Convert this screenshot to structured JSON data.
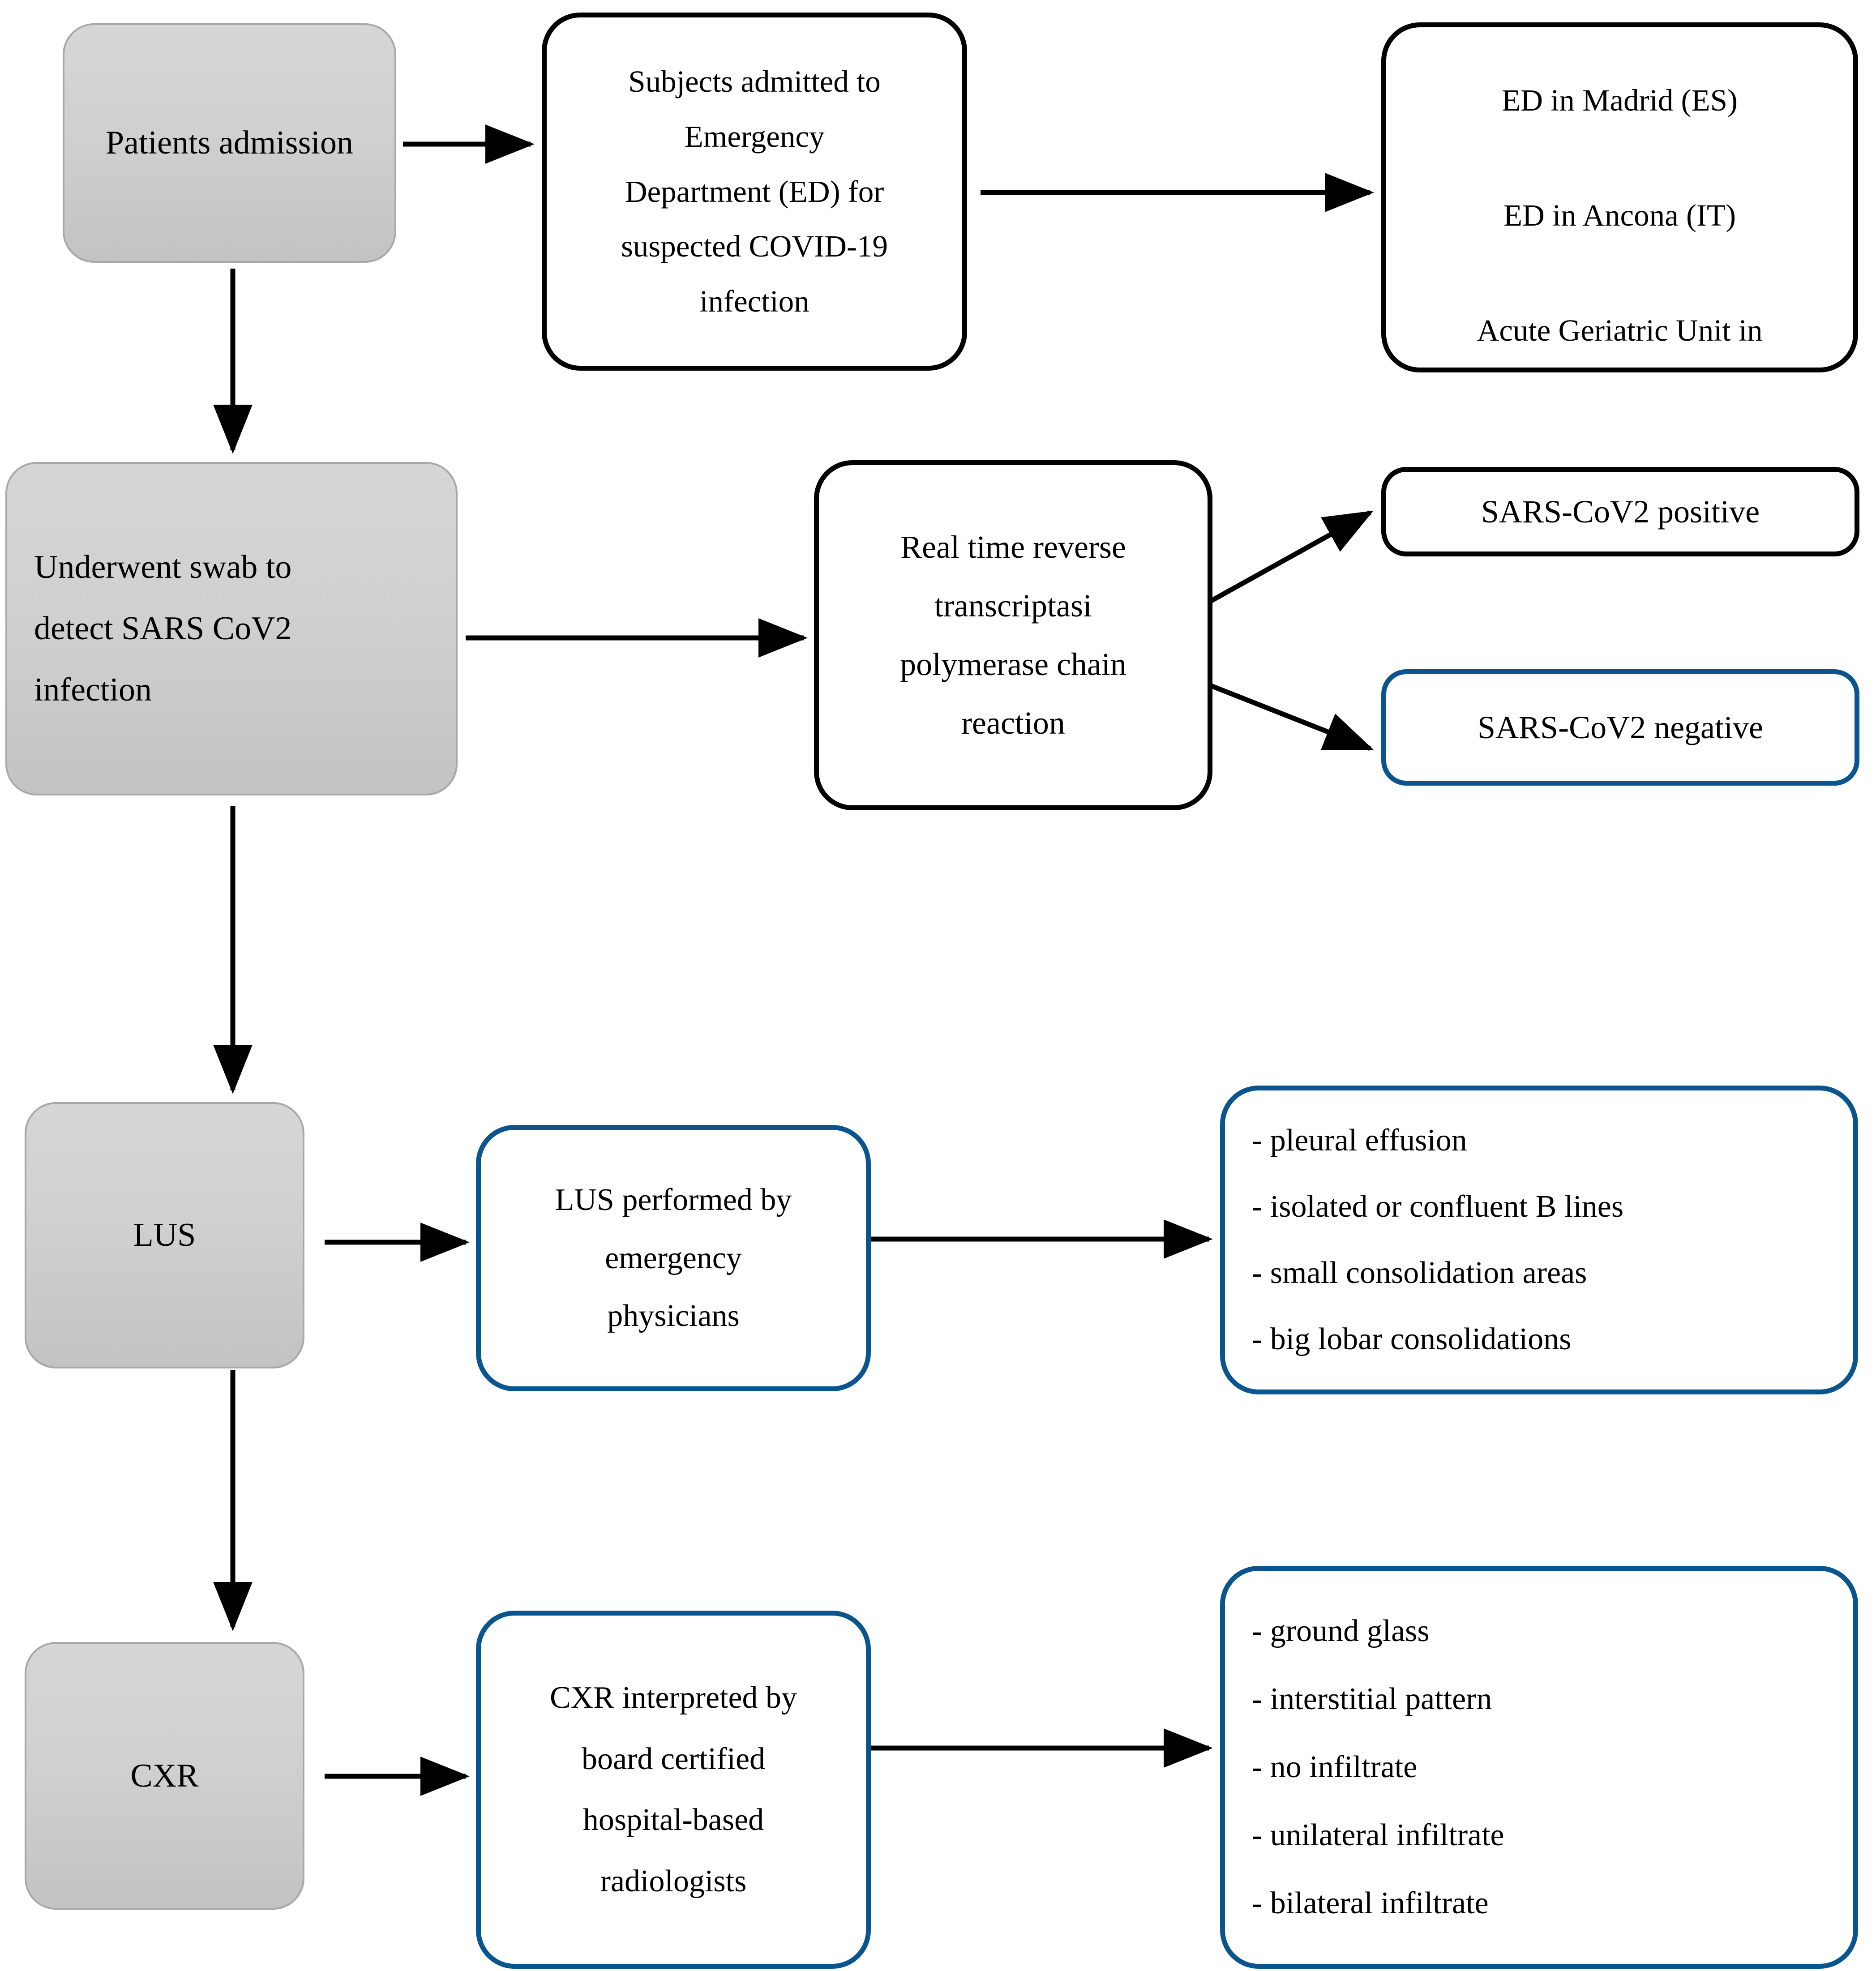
{
  "diagram": {
    "type": "flowchart",
    "title": "COVID-19 LUS and CXR study flow",
    "colors": {
      "accent_blue": "#0a558e",
      "node_grey_fill": "#d0d0d0",
      "node_grey_border": "#a8a8a8",
      "node_black_border": "#000000"
    },
    "nodes": {
      "patients_admission": {
        "label": "Patients admission",
        "style": "grey"
      },
      "subjects_admitted": {
        "lines": [
          "Subjects admitted to",
          "Emergency",
          "Department (ED) for",
          "suspected COVID-19",
          "infection"
        ],
        "style": "black"
      },
      "ed_sites": {
        "lines": [
          "ED in Madrid (ES)",
          "ED in Ancona (IT)",
          "Acute Geriatric Unit in"
        ],
        "style": "black"
      },
      "underwent_swab": {
        "lines": [
          "Underwent  swab  to",
          "detect  SARS  CoV2",
          "infection"
        ],
        "style": "grey"
      },
      "rt_pcr": {
        "lines": [
          "Real time reverse",
          "transcriptasi",
          "polymerase chain",
          "reaction"
        ],
        "style": "black"
      },
      "sars_positive": {
        "label": "SARS-CoV2 positive",
        "style": "black"
      },
      "sars_negative": {
        "label": "SARS-CoV2 negative",
        "style": "blue"
      },
      "lus": {
        "label": "LUS",
        "style": "grey"
      },
      "lus_performed": {
        "lines": [
          "LUS performed by",
          "emergency",
          "physicians"
        ],
        "style": "blue"
      },
      "lus_findings": {
        "items": [
          "- pleural effusion",
          "- isolated or confluent B lines",
          "- small consolidation areas",
          "- big lobar consolidations"
        ],
        "style": "blue"
      },
      "cxr": {
        "label": "CXR",
        "style": "grey"
      },
      "cxr_interpreted": {
        "lines": [
          "CXR interpreted by",
          "board certified",
          "hospital-based",
          "radiologists"
        ],
        "style": "blue"
      },
      "cxr_findings": {
        "items": [
          "- ground glass",
          "- interstitial pattern",
          "- no infiltrate",
          "- unilateral infiltrate",
          "- bilateral infiltrate"
        ],
        "style": "blue"
      }
    },
    "edges": [
      {
        "from": "patients_admission",
        "to": "subjects_admitted",
        "direction": "right"
      },
      {
        "from": "subjects_admitted",
        "to": "ed_sites",
        "direction": "right"
      },
      {
        "from": "patients_admission",
        "to": "underwent_swab",
        "direction": "down"
      },
      {
        "from": "underwent_swab",
        "to": "rt_pcr",
        "direction": "right"
      },
      {
        "from": "rt_pcr",
        "to": "sars_positive",
        "direction": "up-right"
      },
      {
        "from": "rt_pcr",
        "to": "sars_negative",
        "direction": "down-right"
      },
      {
        "from": "underwent_swab",
        "to": "lus",
        "direction": "down"
      },
      {
        "from": "lus",
        "to": "lus_performed",
        "direction": "right"
      },
      {
        "from": "lus_performed",
        "to": "lus_findings",
        "direction": "right"
      },
      {
        "from": "lus",
        "to": "cxr",
        "direction": "down"
      },
      {
        "from": "cxr",
        "to": "cxr_interpreted",
        "direction": "right"
      },
      {
        "from": "cxr_interpreted",
        "to": "cxr_findings",
        "direction": "right"
      }
    ]
  }
}
